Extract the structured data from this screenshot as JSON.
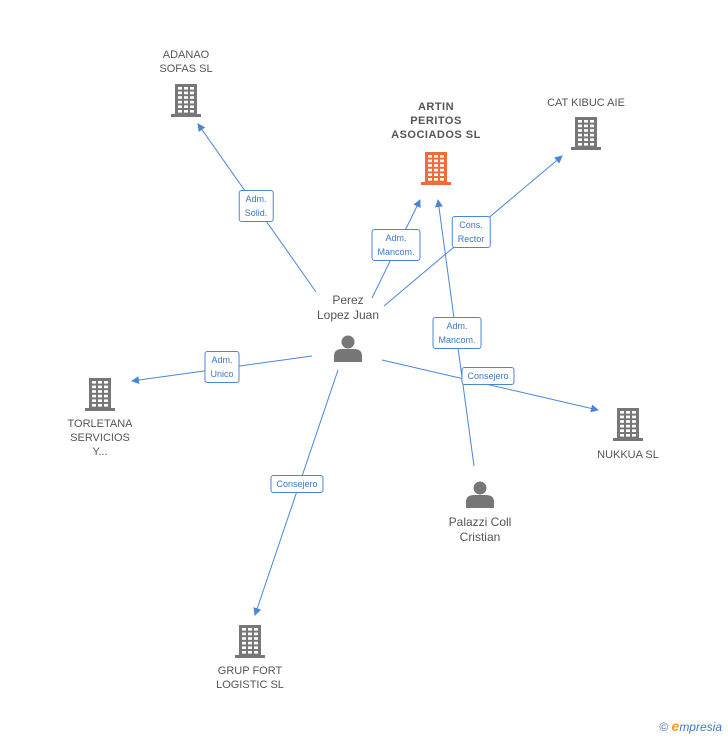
{
  "colors": {
    "building": "#777777",
    "highlight": "#f26b3a",
    "edge": "#4a86d8",
    "person": "#777777"
  },
  "companies": [
    {
      "id": "adanao",
      "lines": [
        "ADANAO",
        "SOFAS SL"
      ],
      "main": false
    },
    {
      "id": "artin",
      "lines": [
        "ARTIN",
        "PERITOS",
        "ASOCIADOS SL"
      ],
      "main": true
    },
    {
      "id": "catkibuc",
      "lines": [
        "CAT KIBUC AIE"
      ],
      "main": false
    },
    {
      "id": "torletana",
      "lines": [
        "TORLETANA",
        "SERVICIOS",
        "Y..."
      ],
      "main": false
    },
    {
      "id": "nukkua",
      "lines": [
        "NUKKUA SL"
      ],
      "main": false
    },
    {
      "id": "grupfort",
      "lines": [
        "GRUP FORT",
        "LOGISTIC SL"
      ],
      "main": false
    }
  ],
  "people": [
    {
      "id": "perez",
      "lines": [
        "Perez",
        "Lopez Juan"
      ]
    },
    {
      "id": "palazzi",
      "lines": [
        "Palazzi Coll",
        "Cristian"
      ]
    }
  ],
  "relations": [
    {
      "id": "r1",
      "from": "perez",
      "to": "adanao",
      "lines": [
        "Adm.",
        "Solid."
      ]
    },
    {
      "id": "r2",
      "from": "perez",
      "to": "artin",
      "lines": [
        "Adm.",
        "Mancom."
      ]
    },
    {
      "id": "r3",
      "from": "perez",
      "to": "catkibuc",
      "lines": [
        "Cons.",
        "Rector"
      ]
    },
    {
      "id": "r4",
      "from": "palazzi",
      "to": "artin",
      "lines": [
        "Adm.",
        "Mancom."
      ]
    },
    {
      "id": "r5",
      "from": "perez",
      "to": "torletana",
      "lines": [
        "Adm.",
        "Unico"
      ]
    },
    {
      "id": "r6",
      "from": "perez",
      "to": "nukkua",
      "lines": [
        "Consejero"
      ]
    },
    {
      "id": "r7",
      "from": "perez",
      "to": "grupfort",
      "lines": [
        "Consejero"
      ]
    }
  ],
  "footer": {
    "copyright": "©",
    "brand_initial": "e",
    "brand_rest": "mpresia"
  }
}
